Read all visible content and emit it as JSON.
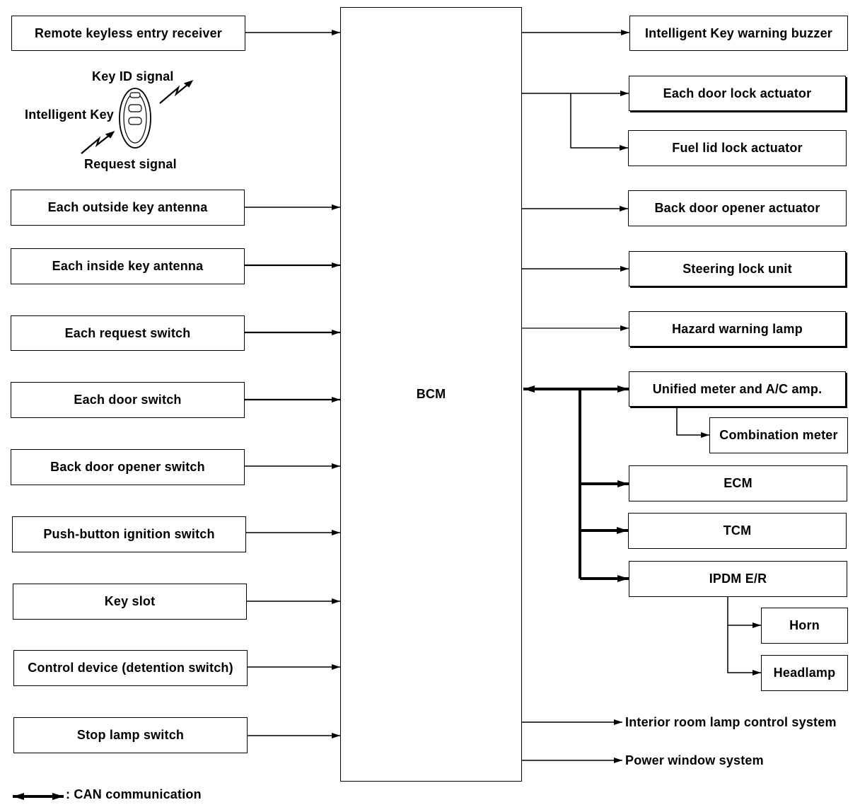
{
  "bcm": "BCM",
  "inputs": {
    "remote_keyless": "Remote keyless entry receiver",
    "outside_antenna": "Each outside key antenna",
    "inside_antenna": "Each inside key antenna",
    "request_switch": "Each request switch",
    "door_switch": "Each door switch",
    "back_door_switch": "Back door opener switch",
    "push_button": "Push-button ignition switch",
    "key_slot": "Key slot",
    "control_device": "Control device (detention switch)",
    "stop_lamp": "Stop lamp switch"
  },
  "intelligent_key": {
    "label": "Intelligent Key",
    "key_id_signal": "Key ID signal",
    "request_signal": "Request signal"
  },
  "outputs": {
    "warning_buzzer": "Intelligent Key warning buzzer",
    "door_lock": "Each door lock actuator",
    "fuel_lid": "Fuel lid lock actuator",
    "back_door_actuator": "Back door opener actuator",
    "steering_lock": "Steering lock unit",
    "hazard_lamp": "Hazard warning lamp",
    "unified_meter": "Unified meter and A/C amp.",
    "combination_meter": "Combination meter",
    "ecm": "ECM",
    "tcm": "TCM",
    "ipdm": "IPDM E/R",
    "horn": "Horn",
    "headlamp": "Headlamp",
    "interior_lamp": "Interior room lamp control system",
    "power_window": "Power window system"
  },
  "legend": {
    "can": ": CAN communication"
  }
}
